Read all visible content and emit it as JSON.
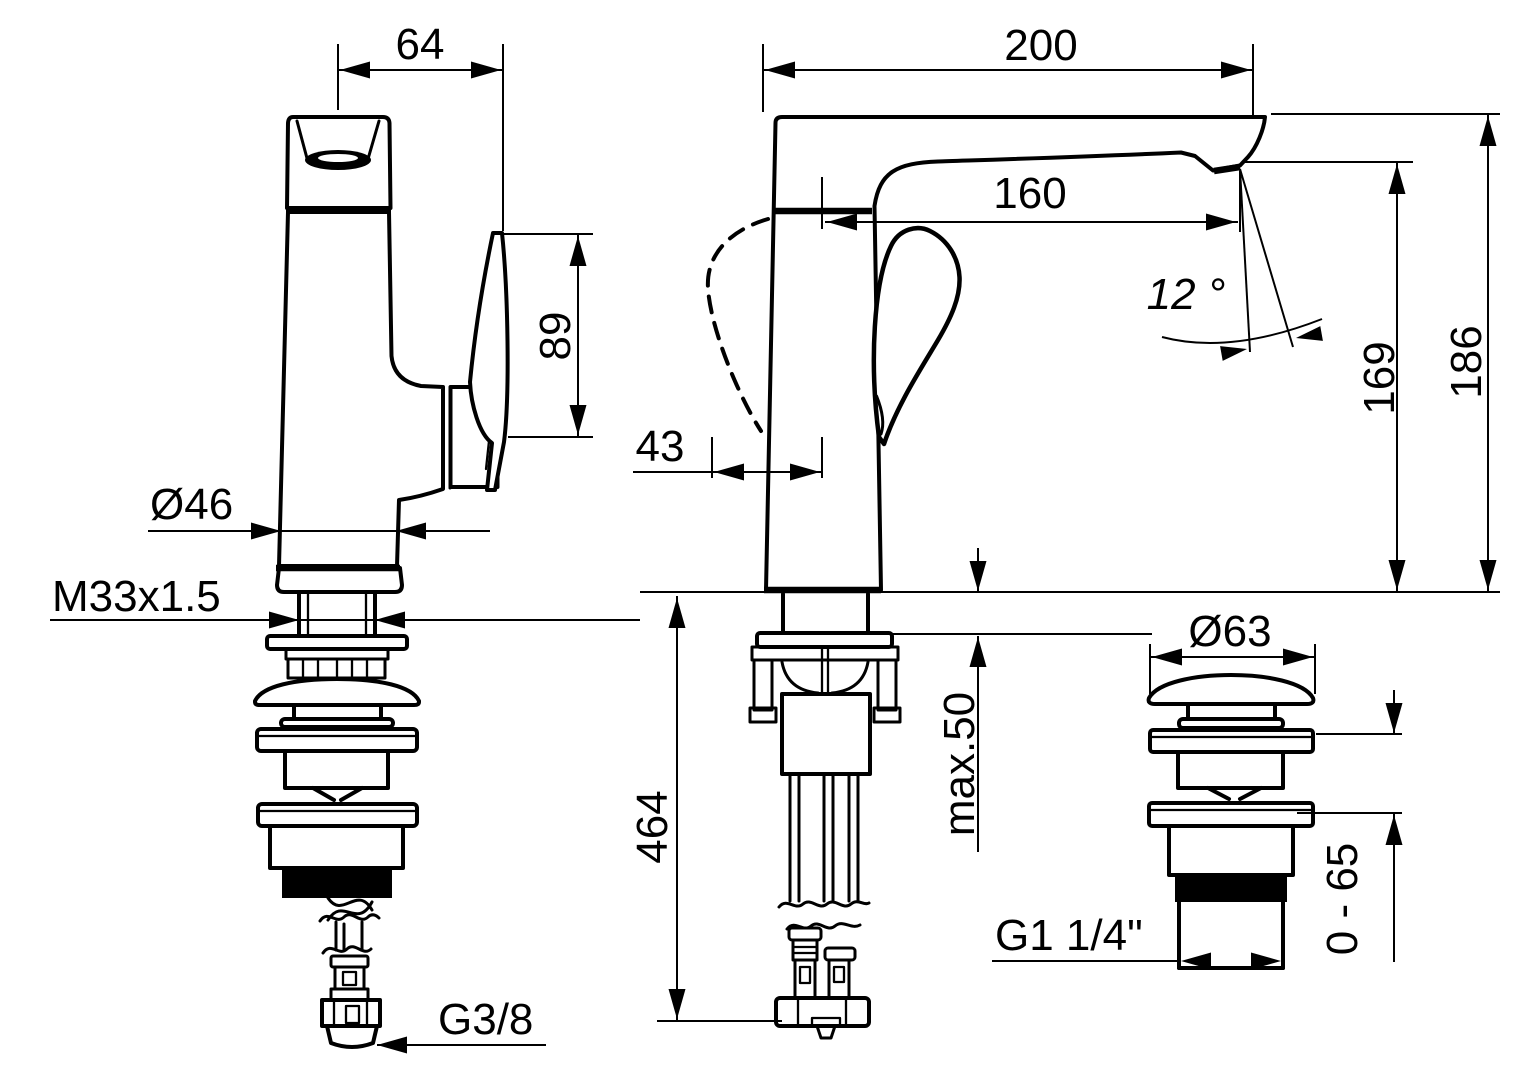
{
  "drawing": {
    "kind": "technical dimension drawing",
    "subject": "single-lever basin mixer tap with pop-up waste, three views",
    "background_color": "#ffffff",
    "line_color": "#000000",
    "views": {
      "front_view": "faucet front view with drain / supply connector below",
      "side_view": "faucet side view with under-deck mounting and supply hoses",
      "waste_detail": "pop-up waste plug detail"
    }
  },
  "dims": {
    "front": {
      "spout_width": "64",
      "handle_height": "89",
      "body_diameter": "Ø46",
      "mounting_thread": "M33x1.5",
      "supply_hose_thread": "G3/8"
    },
    "side": {
      "spout_reach_overall": "200",
      "spout_reach_to_outlet": "160",
      "outlet_angle": "12 °",
      "height_to_outlet": "169",
      "overall_height": "186",
      "handle_front_clearance": "43",
      "supply_hose_length": "464",
      "deck_thickness_max": "max.50"
    },
    "waste": {
      "plug_cap_diameter": "Ø63",
      "plug_travel_range": "0 - 65",
      "waste_thread": "G1 1/4\""
    }
  }
}
